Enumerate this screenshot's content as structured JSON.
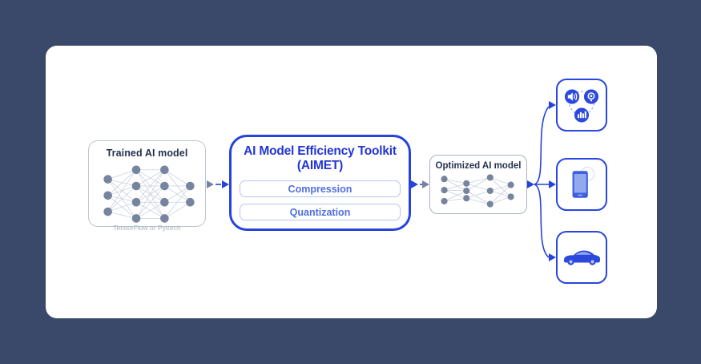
{
  "colors": {
    "background": "#3a4969",
    "card": "#ffffff",
    "accent-blue": "#2643dc",
    "light-blue-border": "#b7c5f0",
    "pill-text": "#4f6fe2",
    "node-gray": "#76849e",
    "edge-gray": "#c9d1dd",
    "muted-text": "#a9b2c0",
    "navy-text": "#25324f",
    "icon-fill": "#2b49dc"
  },
  "diagram": {
    "trained_box": {
      "title": "Trained AI model",
      "footer": "TensorFlow or Pytorch"
    },
    "aimet_box": {
      "title_line1": "AI Model Efficiency Toolkit",
      "title_line2": "(AIMET)",
      "pills": [
        {
          "label": "Compression"
        },
        {
          "label": "Quantization"
        }
      ]
    },
    "optimized_box": {
      "title": "Optimized AI model"
    },
    "targets": [
      {
        "name": "iot-media-devices",
        "icons": [
          "speaker-icon",
          "camera-lens-icon",
          "bar-chart-icon"
        ]
      },
      {
        "name": "smartphone",
        "icons": [
          "smartphone-icon"
        ]
      },
      {
        "name": "car",
        "icons": [
          "car-icon"
        ]
      }
    ]
  }
}
